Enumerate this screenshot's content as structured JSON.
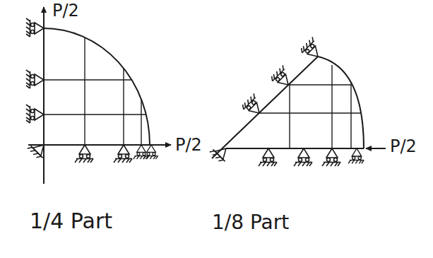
{
  "diagram": {
    "labels": [
      "P/2",
      "P/2",
      "P/2",
      "1/4 Part",
      "1/8 Part"
    ]
  }
}
